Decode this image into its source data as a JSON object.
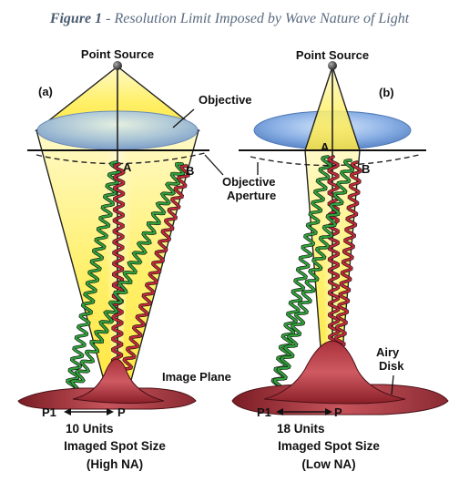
{
  "figure": {
    "number_label": "Figure 1",
    "title": " - Resolution Limit Imposed by Wave Nature of Light"
  },
  "left_panel": {
    "tag": "(a)",
    "point_source": "Point Source",
    "objective": "Objective",
    "aperture_line1": "Objective",
    "aperture_line2": "Aperture",
    "point_a": "A",
    "point_b": "B",
    "image_plane": "Image Plane",
    "p1": "P1",
    "p": "P",
    "units": "10 Units",
    "spot_label": "Imaged Spot Size",
    "na_label": "(High NA)"
  },
  "right_panel": {
    "tag": "(b)",
    "point_source": "Point Source",
    "point_a": "A",
    "point_b": "B",
    "airy_line1": "Airy",
    "airy_line2": "Disk",
    "p1": "P1",
    "p": "P",
    "units": "18 Units",
    "spot_label": "Imaged Spot Size",
    "na_label": "(Low NA)"
  },
  "colors": {
    "light_cone": "#fff27a",
    "lens": "#7fa8e0",
    "green_wave": "#2fa53a",
    "red_wave": "#c8283a",
    "airy_disk": "#c0404a"
  }
}
